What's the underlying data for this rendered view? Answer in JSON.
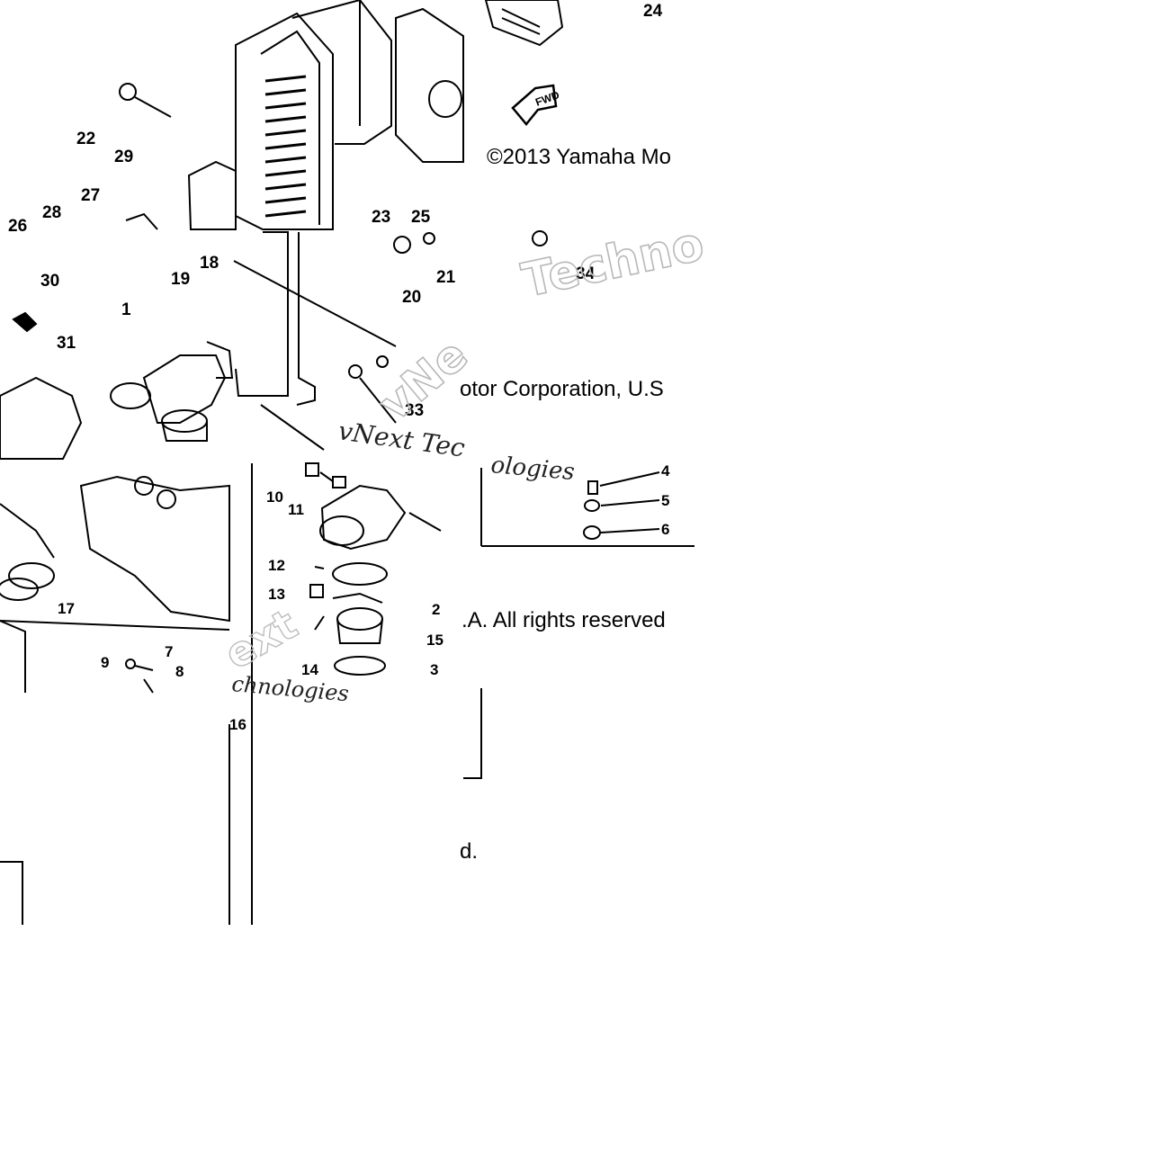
{
  "diagram": {
    "copyright": {
      "segment_1": "©2013 Yamaha Mo",
      "segment_2": "otor Corporation, U.S",
      "segment_3": ".A. All rights reserved",
      "segment_4": "d."
    },
    "watermark": {
      "outline_1": "Techno",
      "outline_2": "vNe",
      "serif_1": "vNext Tec",
      "serif_2": "ologies",
      "light_1": "ext",
      "light_2": "chnologies"
    },
    "fwd_arrow": "FWD",
    "callouts": {
      "n1": "1",
      "n2": "2",
      "n3": "3",
      "n4": "4",
      "n5": "5",
      "n6": "6",
      "n7": "7",
      "n8": "8",
      "n9": "9",
      "n10": "10",
      "n11": "11",
      "n12": "12",
      "n13": "13",
      "n14": "14",
      "n15": "15",
      "n16": "16",
      "n17": "17",
      "n18": "18",
      "n19": "19",
      "n20": "20",
      "n21": "21",
      "n22": "22",
      "n23": "23",
      "n24": "24",
      "n25": "25",
      "n26": "26",
      "n27": "27",
      "n28": "28",
      "n29": "29",
      "n30": "30",
      "n31": "31",
      "n33": "33",
      "n34": "34"
    }
  }
}
